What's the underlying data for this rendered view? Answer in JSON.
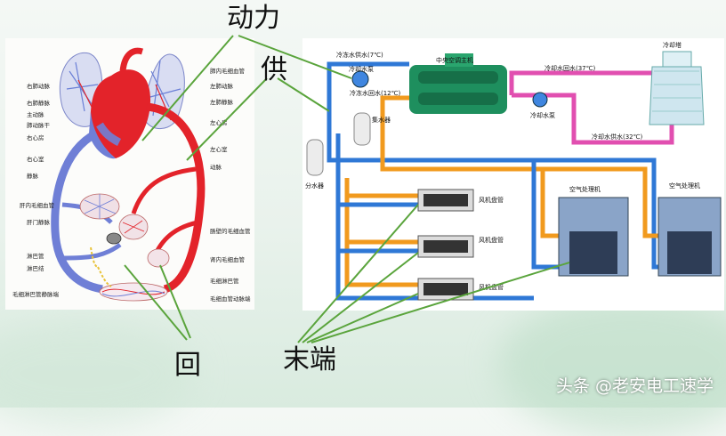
{
  "annotations": {
    "power": "动力",
    "supply": "供",
    "return": "回",
    "terminal": "末端"
  },
  "heart_labels_left": [
    "右肺动脉",
    "右肺静脉",
    "主动脉",
    "肺动脉干",
    "右心房",
    "右心室",
    "静脉",
    "肝内毛细血管",
    "肝门静脉",
    "淋巴管",
    "淋巴结",
    "毛细淋巴管静脉端"
  ],
  "heart_labels_right": [
    "肺内毛细血管",
    "左肺动脉",
    "左肺静脉",
    "左心房",
    "左心室",
    "动脉",
    "肠壁的毛细血管",
    "肾内毛细血管",
    "毛细淋巴管",
    "毛细血管动脉端"
  ],
  "hvac_labels": {
    "chilled_supply": "冷冻水供水(7℃)",
    "chilled_pump": "冷却水泵",
    "chilled_return": "冷冻水回水(12℃)",
    "chiller": "中央空调主机",
    "cooling_return": "冷却水回水(37℃)",
    "cooling_tower": "冷却塔",
    "cooling_pump": "冷却水泵",
    "cooling_supply": "冷却水供水(32℃)",
    "collector": "集水器",
    "distributor": "分水器",
    "fcu1": "风机盘管",
    "fcu2": "风机盘管",
    "fcu3": "风机盘管",
    "ahu1": "空气处理机",
    "ahu2": "空气处理机"
  },
  "watermark": "头条 @老安电工速学",
  "colors": {
    "artery": "#e3232a",
    "vein": "#5b6fd6",
    "cold_pipe": "#2f78d6",
    "warm_pipe": "#f19a1e",
    "cooling_pipe": "#e14fb0",
    "chiller_body": "#1e8f5e",
    "arrow": "#5aa43c"
  }
}
